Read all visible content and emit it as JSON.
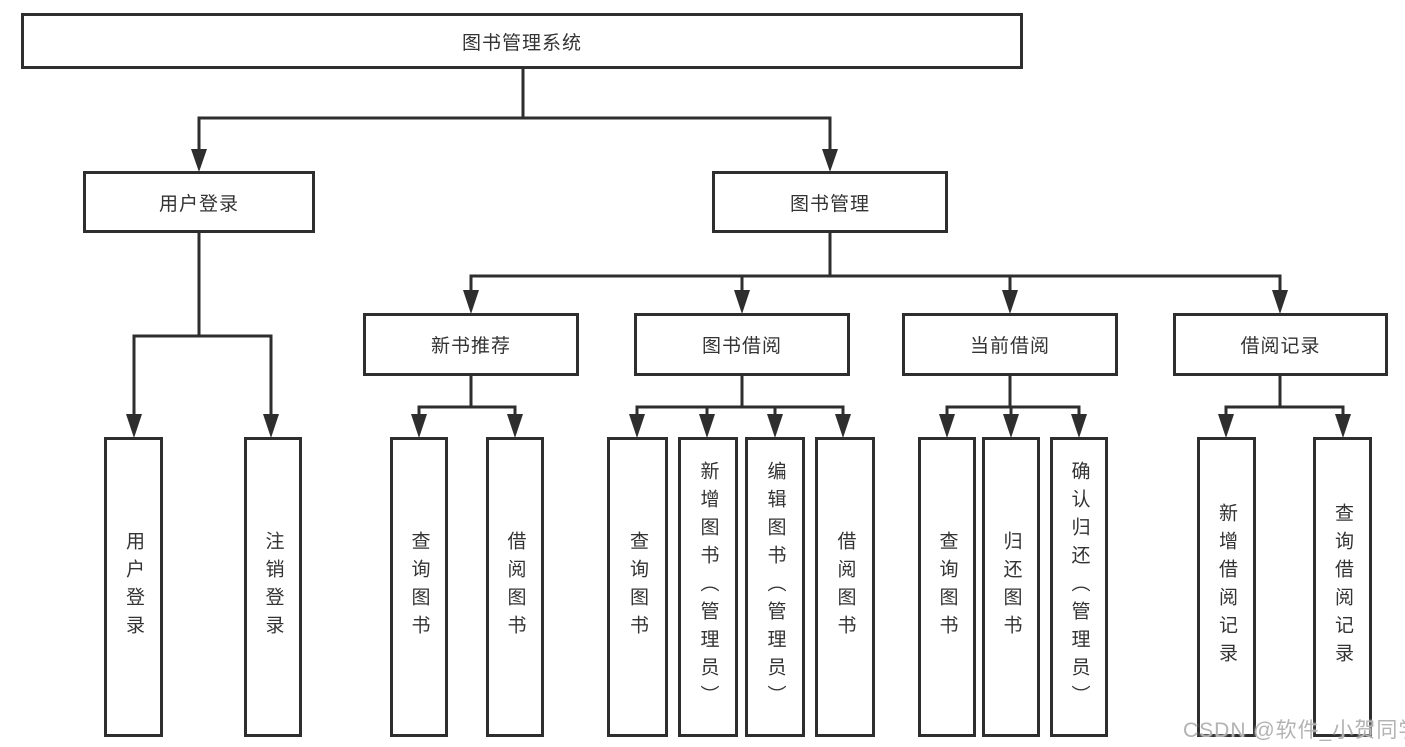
{
  "diagram": {
    "root": {
      "label": "图书管理系统"
    },
    "level2": [
      {
        "label": "用户登录"
      },
      {
        "label": "图书管理"
      }
    ],
    "level3": [
      {
        "label": "新书推荐"
      },
      {
        "label": "图书借阅"
      },
      {
        "label": "当前借阅"
      },
      {
        "label": "借阅记录"
      }
    ],
    "leaves": [
      {
        "label": "用户登录"
      },
      {
        "label": "注销登录"
      },
      {
        "label": "查询图书"
      },
      {
        "label": "借阅图书"
      },
      {
        "label": "查询图书"
      },
      {
        "label": "新增图书（管理员）"
      },
      {
        "label": "编辑图书（管理员）"
      },
      {
        "label": "借阅图书"
      },
      {
        "label": "查询图书"
      },
      {
        "label": "归还图书"
      },
      {
        "label": "确认归还（管理员）"
      },
      {
        "label": "新增借阅记录"
      },
      {
        "label": "查询借阅记录"
      }
    ],
    "watermark": "CSDN @软件_小贺同学",
    "colors": {
      "line": "#2e2e2e",
      "text": "#333333",
      "background": "#ffffff",
      "watermark": "#b3b3b3"
    }
  }
}
